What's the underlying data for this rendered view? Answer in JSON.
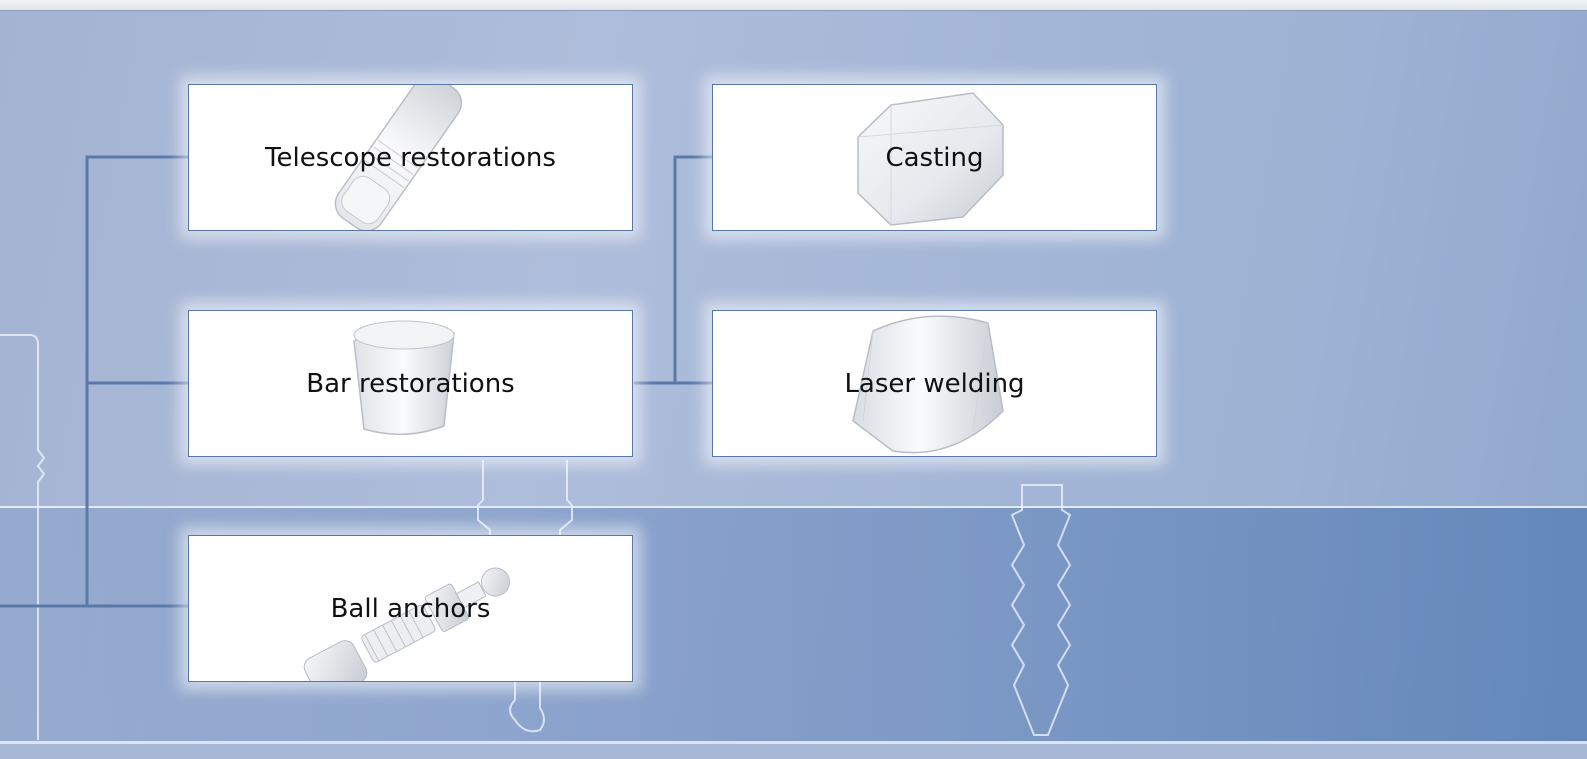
{
  "diagram": {
    "nodes": [
      {
        "id": "telescope",
        "label": "Telescope restorations",
        "icon": "telescope-crown-icon"
      },
      {
        "id": "casting",
        "label": "Casting",
        "icon": "casting-cap-icon"
      },
      {
        "id": "bar",
        "label": "Bar restorations",
        "icon": "bar-sleeve-icon"
      },
      {
        "id": "laser",
        "label": "Laser welding",
        "icon": "laser-sleeve-icon"
      },
      {
        "id": "ball",
        "label": "Ball anchors",
        "icon": "ball-anchor-icon"
      }
    ],
    "edges": [
      {
        "from": "root",
        "to": "telescope"
      },
      {
        "from": "root",
        "to": "bar"
      },
      {
        "from": "root",
        "to": "ball"
      },
      {
        "from": "bar",
        "to": "casting"
      },
      {
        "from": "bar",
        "to": "laser"
      }
    ]
  }
}
